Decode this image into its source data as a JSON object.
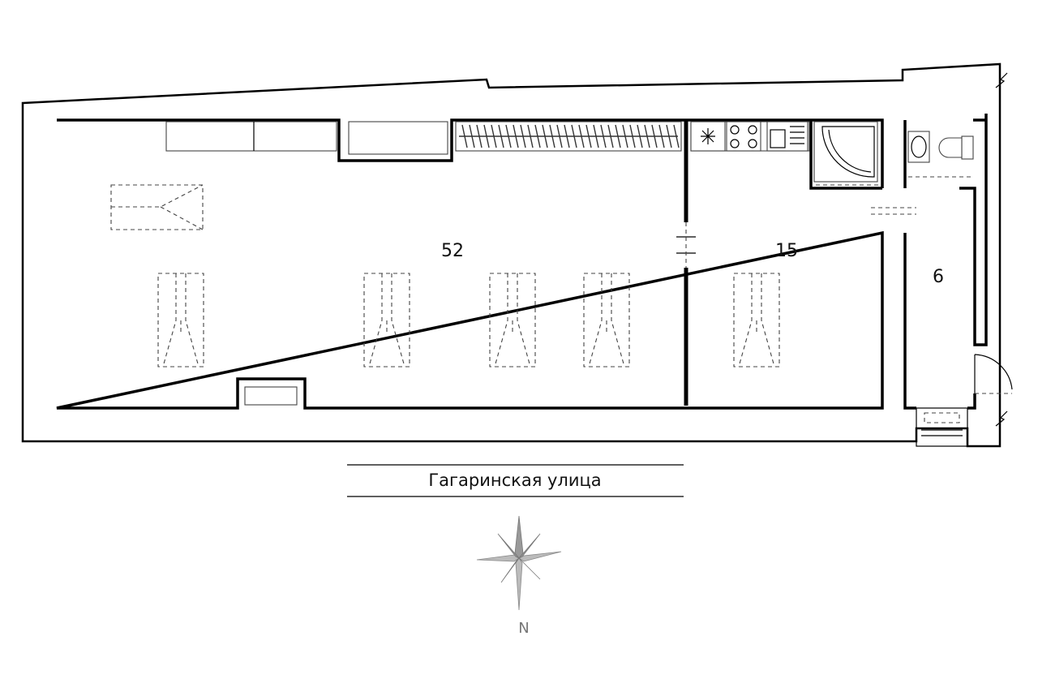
{
  "rooms": {
    "main_area": "52",
    "kitchen_area": "15",
    "hall_area": "6"
  },
  "street": {
    "name": "Гагаринская улица"
  },
  "compass": {
    "north_label": "N"
  }
}
